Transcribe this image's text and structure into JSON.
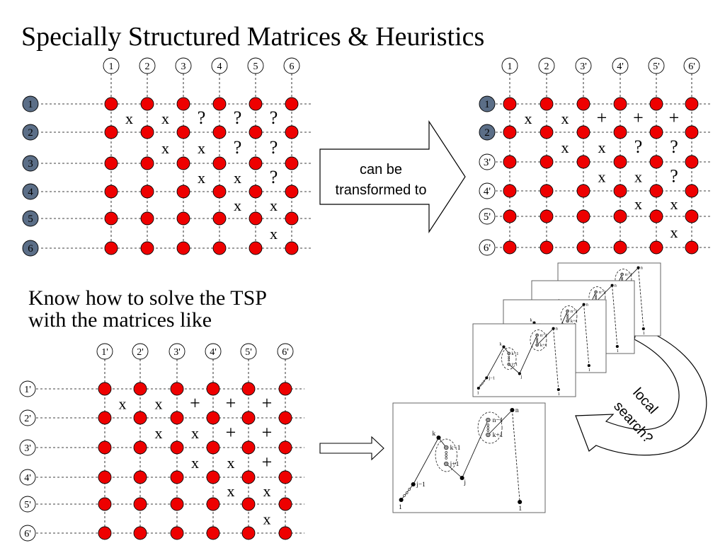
{
  "title": "Specially Structured Matrices & Heuristics",
  "subtitle_lines": [
    "Know how to solve the TSP",
    "with the matrices like"
  ],
  "arrow_label_lines": [
    "can be",
    "transformed to"
  ],
  "curved_arrow_label_lines": [
    "local",
    "search?"
  ],
  "matrices": [
    {
      "id": "original",
      "col_labels": [
        "1",
        "2",
        "3",
        "4",
        "5",
        "6"
      ],
      "row_labels": [
        "1",
        "2",
        "3",
        "4",
        "5",
        "6"
      ],
      "row_badges": [
        "filled",
        "filled",
        "filled",
        "filled",
        "filled",
        "filled"
      ],
      "cell_marks": [
        [
          "x",
          "x",
          "?",
          "?",
          "?"
        ],
        [
          "",
          "x",
          "x",
          "?",
          "?"
        ],
        [
          "",
          "",
          "x",
          "x",
          "?"
        ],
        [
          "",
          "",
          "",
          "x",
          "x"
        ],
        [
          "",
          "",
          "",
          "",
          "x"
        ]
      ]
    },
    {
      "id": "transformed",
      "col_labels": [
        "1",
        "2",
        "3'",
        "4'",
        "5'",
        "6'"
      ],
      "row_labels": [
        "1",
        "2",
        "3'",
        "4'",
        "5'",
        "6'"
      ],
      "row_badges": [
        "filled",
        "filled",
        "outline",
        "outline",
        "outline",
        "outline"
      ],
      "cell_marks": [
        [
          "x",
          "x",
          "+",
          "+",
          "+"
        ],
        [
          "",
          "x",
          "x",
          "?",
          "?"
        ],
        [
          "",
          "",
          "x",
          "x",
          "?"
        ],
        [
          "",
          "",
          "",
          "x",
          "x"
        ],
        [
          "",
          "",
          "",
          "",
          "x"
        ]
      ]
    },
    {
      "id": "known",
      "col_labels": [
        "1'",
        "2'",
        "3'",
        "4'",
        "5'",
        "6'"
      ],
      "row_labels": [
        "1'",
        "2'",
        "3'",
        "4'",
        "5'",
        "6'"
      ],
      "row_badges": [
        "outline",
        "outline",
        "outline",
        "outline",
        "outline",
        "outline"
      ],
      "cell_marks": [
        [
          "x",
          "x",
          "+",
          "+",
          "+"
        ],
        [
          "",
          "x",
          "x",
          "+",
          "+"
        ],
        [
          "",
          "",
          "x",
          "x",
          "+"
        ],
        [
          "",
          "",
          "",
          "x",
          "x"
        ],
        [
          "",
          "",
          "",
          "",
          "x"
        ]
      ]
    }
  ],
  "tour_figure": {
    "node_labels": [
      "1",
      "j−1",
      "k",
      "k−1",
      "j+1",
      "j",
      "n−1",
      "k+1",
      "n",
      "1"
    ]
  },
  "colors": {
    "node_fill": "#ee0000",
    "node_stroke": "#000000",
    "badge_fill": "#5b6e87",
    "line": "#000000"
  }
}
